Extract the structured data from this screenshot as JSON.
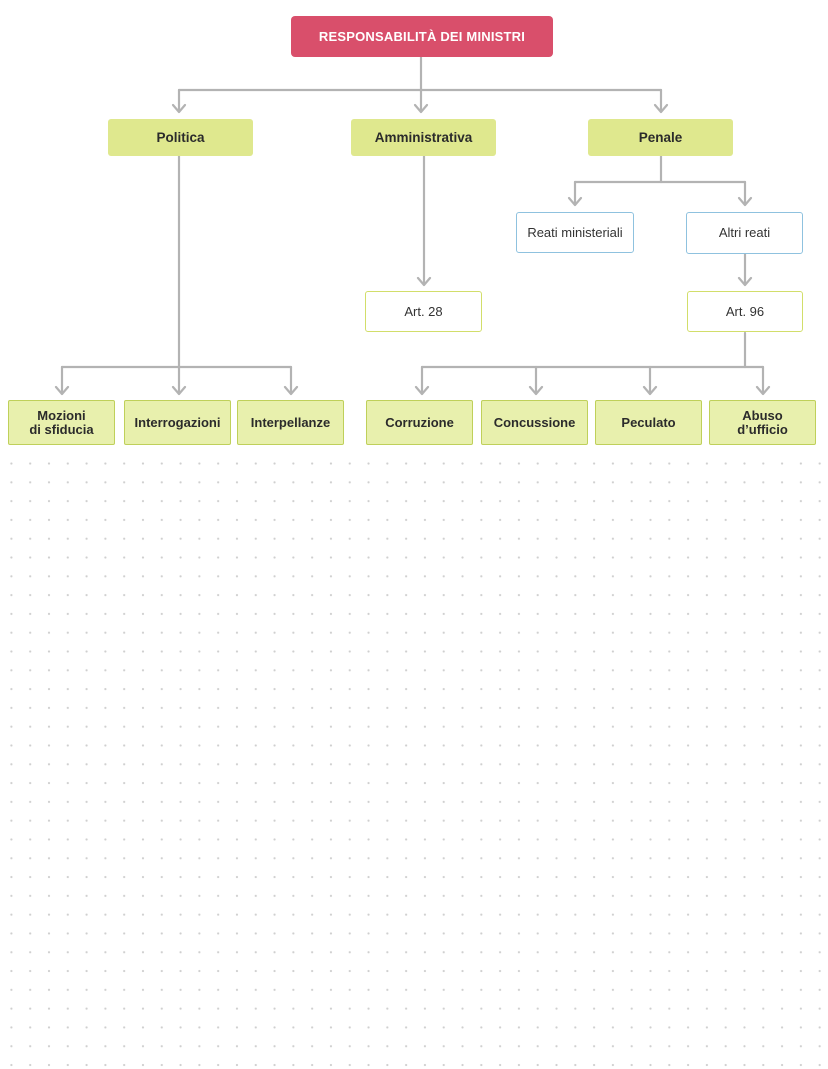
{
  "root": {
    "label": "RESPONSABILITÀ DEI MINISTRI"
  },
  "categories": {
    "politica": "Politica",
    "amministrativa": "Amministrativa",
    "penale": "Penale"
  },
  "penale_branches": {
    "reati_ministeriali": "Reati ministeriali",
    "altri_reati": "Altri reati"
  },
  "articles": {
    "art28": "Art. 28",
    "art96": "Art. 96"
  },
  "politica_items": {
    "mozioni": "Mozioni\ndi sfiducia",
    "interrogazioni": "Interrogazioni",
    "interpellanze": "Interpellanze"
  },
  "reati_items": {
    "corruzione": "Corruzione",
    "concussione": "Concussione",
    "peculato": "Peculato",
    "abuso": "Abuso\nd’ufficio"
  },
  "colors": {
    "root_fill": "#d94f6b",
    "category_fill": "#dfe88e",
    "leaf_fill": "#e8f0ad",
    "blue_outline": "#8fc2df",
    "green_outline": "#d2de6a",
    "connector": "#b3b3b3"
  }
}
